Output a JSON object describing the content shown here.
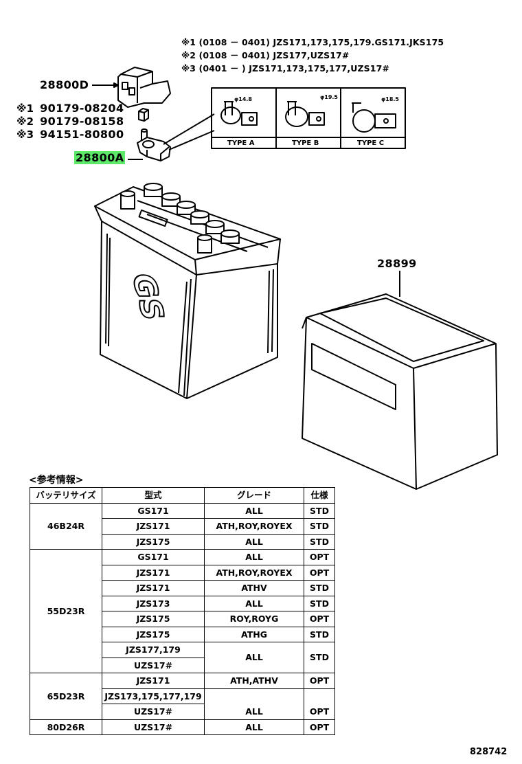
{
  "notes": [
    "※1 (0108 － 0401) JZS171,173,175,179.GS171.JKS175",
    "※2 (0108 － 0401) JZS177,UZS17#",
    "※3 (0401 －    ) JZS171,173,175,177,UZS17#"
  ],
  "parts": {
    "cover_top": "28800D",
    "clamp": "28800A",
    "box": "28899"
  },
  "part_refs": [
    {
      "mark": "※1",
      "number": "90179-08204"
    },
    {
      "mark": "※2",
      "number": "90179-08158"
    },
    {
      "mark": "※3",
      "number": "94151-80800"
    }
  ],
  "terminal_types": [
    {
      "label": "TYPE A",
      "dim": "φ14.8"
    },
    {
      "label": "TYPE B",
      "dim": "φ19.5"
    },
    {
      "label": "TYPE C",
      "dim": "φ18.5"
    }
  ],
  "battery_mark": "GS",
  "reference": {
    "title": "<参考情報>",
    "headers": [
      "バッテリサイズ",
      "型式",
      "グレード",
      "仕様"
    ],
    "groups": [
      {
        "size": "46B24R",
        "rows": [
          {
            "model": "GS171",
            "grade": "ALL",
            "spec": "STD"
          },
          {
            "model": "JZS171",
            "grade": "ATH,ROY,ROYEX",
            "spec": "STD"
          },
          {
            "model": "JZS175",
            "grade": "ALL",
            "spec": "STD"
          }
        ]
      },
      {
        "size": "55D23R",
        "rows": [
          {
            "model": "GS171",
            "grade": "ALL",
            "spec": "OPT"
          },
          {
            "model": "JZS171",
            "grade": "ATH,ROY,ROYEX",
            "spec": "OPT"
          },
          {
            "model": "JZS171",
            "grade": "ATHV",
            "spec": "STD"
          },
          {
            "model": "JZS173",
            "grade": "ALL",
            "spec": "STD"
          },
          {
            "model": "JZS175",
            "grade": "ROY,ROYG",
            "spec": "OPT"
          },
          {
            "model": "JZS175",
            "grade": "ATHG",
            "spec": "STD"
          },
          {
            "model": "JZS177,179",
            "model2": "UZS17#",
            "grade": "ALL",
            "spec": "STD"
          }
        ]
      },
      {
        "size": "65D23R",
        "rows": [
          {
            "model": "JZS171",
            "grade": "ATH,ATHV",
            "spec": "OPT"
          },
          {
            "model": "JZS173,175,177,179",
            "model2": "UZS17#",
            "grade": "ALL",
            "spec": "OPT"
          }
        ]
      },
      {
        "size": "80D26R",
        "rows": [
          {
            "model": "UZS17#",
            "grade": "ALL",
            "spec": "OPT"
          }
        ]
      }
    ]
  },
  "page_id": "828742"
}
